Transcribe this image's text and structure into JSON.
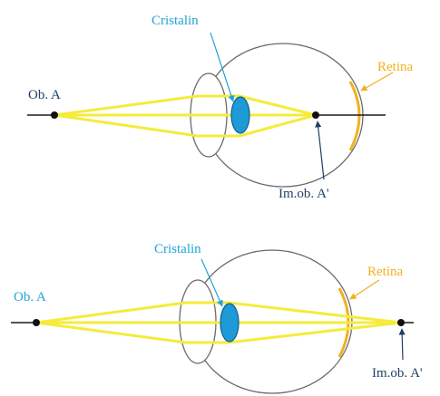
{
  "colors": {
    "axis": "#1a1a1a",
    "eye_outline": "#6b6b6b",
    "ray": "#f5eb3c",
    "lens_fill": "#1e9ad6",
    "lens_stroke": "#0d5f8f",
    "label_blue": "#1fa3d9",
    "label_orange": "#f0b020",
    "label_dark": "#1f3f66",
    "retina": "#f0b020"
  },
  "diagrams": [
    {
      "object_label": "Ob. A",
      "lens_label": "Cristalin",
      "retina_label": "Retina",
      "image_label": "Im.ob. A'"
    },
    {
      "object_label": "Ob. A",
      "lens_label": "Cristalin",
      "retina_label": "Retina",
      "image_label": "Im.ob. A'"
    }
  ]
}
